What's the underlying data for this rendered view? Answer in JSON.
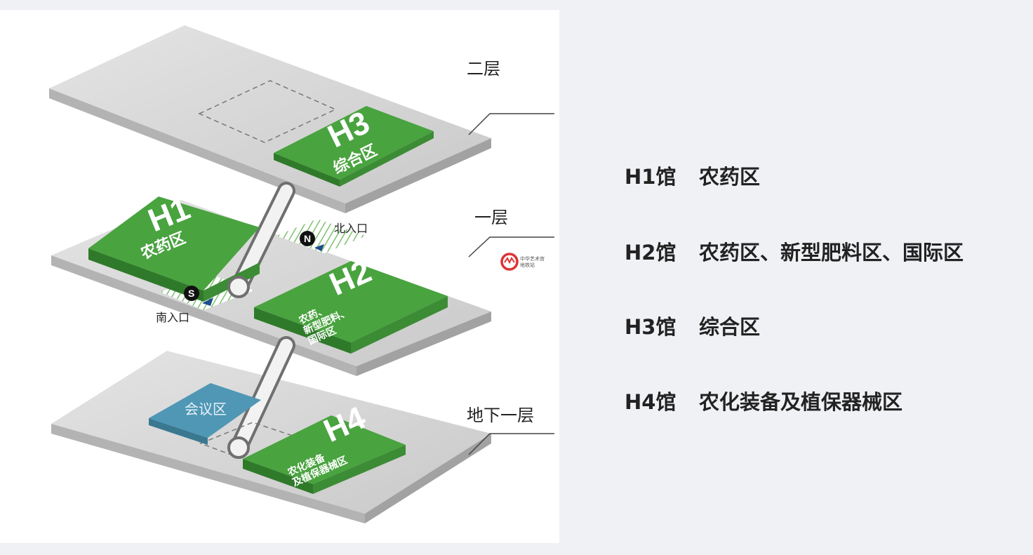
{
  "floors": {
    "second": "二层",
    "first": "一层",
    "basement": "地下一层"
  },
  "halls": {
    "h1": {
      "code": "H1",
      "zone": "农药区"
    },
    "h2": {
      "code": "H2",
      "zone_lines": [
        "农药、",
        "新型肥料、",
        "国际区"
      ]
    },
    "h3": {
      "code": "H3",
      "zone": "综合区"
    },
    "h4": {
      "code": "H4",
      "zone_lines": [
        "农化装备",
        "及植保器械区"
      ]
    },
    "meeting": "会议区"
  },
  "entrances": {
    "north": {
      "label": "北入口",
      "compass": "N"
    },
    "south": {
      "label": "南入口",
      "compass": "S"
    }
  },
  "logo": {
    "lines": [
      "中华艺术宫",
      "地铁站"
    ]
  },
  "legend": [
    {
      "code": "H1馆",
      "zones": "农药区"
    },
    {
      "code": "H2馆",
      "zones": "农药区、新型肥料区、国际区"
    },
    {
      "code": "H3馆",
      "zones": "综合区"
    },
    {
      "code": "H4馆",
      "zones": "农化装备及植保器械区"
    }
  ],
  "colors": {
    "hall_green": "#49a33f",
    "hall_side": "#2f7a2a",
    "meeting_blue": "#4f97b5",
    "floor_gray": "#d6d6d6",
    "floor_edge": "#aaaaaa",
    "background": "#f0f1f5"
  }
}
